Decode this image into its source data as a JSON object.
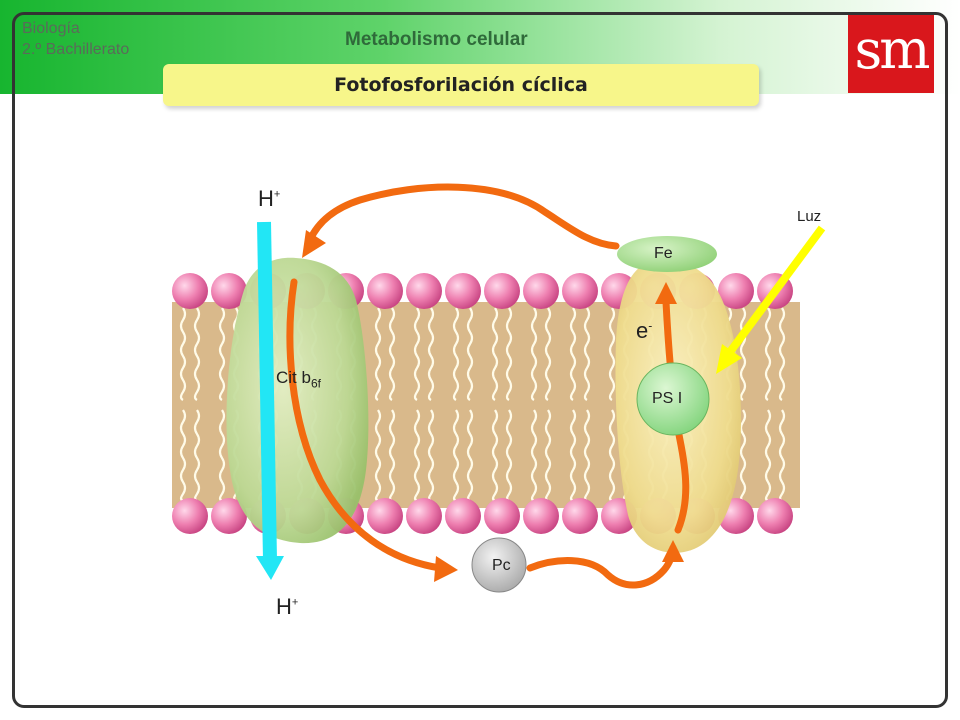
{
  "header": {
    "subject_line1": "Biología",
    "subject_line2": "2.º Bachillerato",
    "section": "Metabolismo celular",
    "logo": "sm"
  },
  "title": "Fotofosforilación cíclica",
  "labels": {
    "h_top": "H",
    "h_bottom": "H",
    "h_charge": "+",
    "cit": "Cit b",
    "cit_sub": "6f",
    "fe": "Fe",
    "ps1": "PS I",
    "pc": "Pc",
    "electron": "e",
    "electron_charge": "-",
    "light": "Luz"
  },
  "colors": {
    "header_green": "#17b52f",
    "title_bar": "#f7f68a",
    "logo_red": "#d9171c",
    "arrow_orange": "#f26a10",
    "proton_cyan": "#22e6f5",
    "light_yellow": "#ffff00",
    "lipid_head": "#e66aa0",
    "cytochrome": "#b9d68f",
    "photosystem": "#f0dc8c",
    "fe_green": "#a7e38f",
    "ps1_green": "#9fe39a",
    "pc_gray": "#bdbdbd"
  }
}
